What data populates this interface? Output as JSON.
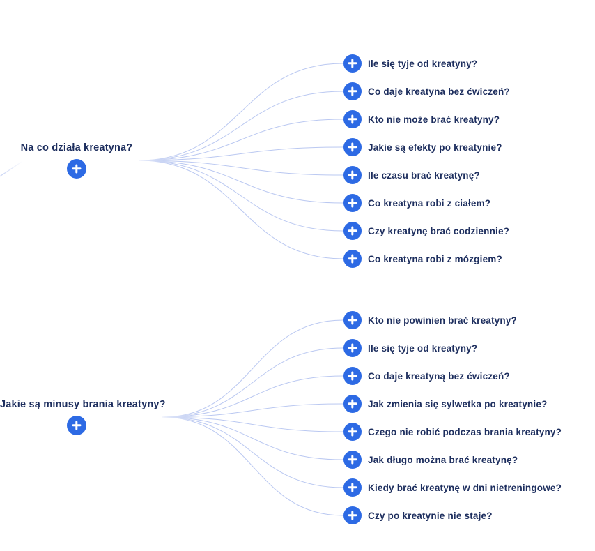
{
  "colors": {
    "background": "#ffffff",
    "accent_blue": "#2d6ae4",
    "text_navy": "#1d2e5e",
    "connector_line": "#b3c2f0"
  },
  "icons": {
    "plus": "plus"
  },
  "mindmap": {
    "nodes": [
      {
        "label": "Na co działa kreatyna?",
        "children": [
          "Ile się tyje od kreatyny?",
          "Co daje kreatyna bez ćwiczeń?",
          "Kto nie może brać kreatyny?",
          "Jakie są efekty po kreatynie?",
          "Ile czasu brać kreatynę?",
          "Co kreatyna robi z ciałem?",
          "Czy kreatynę brać codziennie?",
          "Co kreatyna robi z mózgiem?"
        ]
      },
      {
        "label": "Jakie są minusy brania kreatyny?",
        "children": [
          "Kto nie powinien brać kreatyny?",
          "Ile się tyje od kreatyny?",
          "Co daje kreatyną bez ćwiczeń?",
          "Jak zmienia się sylwetka po kreatynie?",
          "Czego nie robić podczas brania kreatyny?",
          "Jak długo można brać kreatynę?",
          "Kiedy brać kreatynę w dni nietreningowe?",
          "Czy po kreatynie nie staje?"
        ]
      }
    ]
  }
}
